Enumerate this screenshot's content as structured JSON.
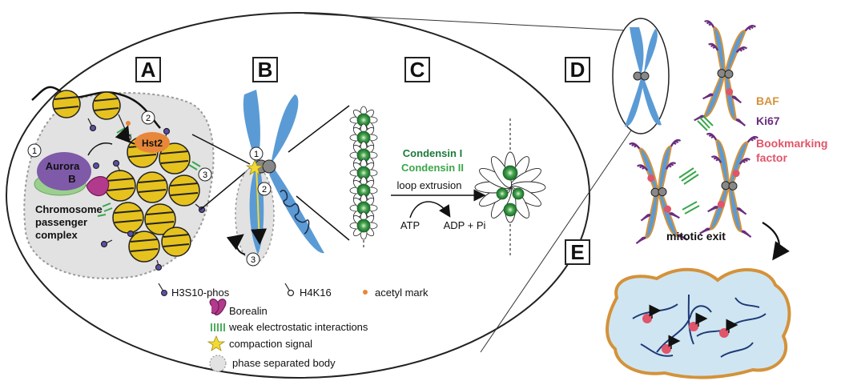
{
  "panels": {
    "a": "A",
    "b": "B",
    "c": "C",
    "d": "D",
    "e": "E"
  },
  "panel_a": {
    "step_1": "1",
    "step_2": "2",
    "step_3": "3",
    "aurora_line1": "Aurora",
    "aurora_line2": "B",
    "hst2": "Hst2",
    "cpc_line1": "Chromosome",
    "cpc_line2": "passenger",
    "cpc_line3": "complex"
  },
  "panel_b": {
    "step_1": "1",
    "step_2": "2",
    "step_3": "3"
  },
  "panel_c": {
    "condensin_1": "Condensin I",
    "condensin_2": "Condensin II",
    "loop_extrusion": "loop extrusion",
    "atp": "ATP",
    "adp": "ADP + Pi"
  },
  "legend": {
    "h3s10": "H3S10-phos",
    "h4k16": "H4K16",
    "acetyl": "acetyl mark",
    "borealin": "Borealin",
    "weak": "weak electrostatic interactions",
    "compaction": "compaction signal",
    "phase": "phase separated body"
  },
  "panel_d": {
    "baf": "BAF",
    "ki67": "Ki67",
    "bookmark_line1": "Bookmarking",
    "bookmark_line2": "factor"
  },
  "panel_e": {
    "mitotic_exit": "mitotic exit"
  },
  "colors": {
    "chromosome_blue": "#5b9bd5",
    "nucleosome_yellow": "#e6c21f",
    "aurora_purple": "#7f5aa8",
    "hst2_orange": "#e8873a",
    "borealin_magenta": "#b23a8c",
    "condensin1_green": "#1b7a3a",
    "condensin2_green": "#3aa64a",
    "baf_orange": "#d4923a",
    "ki67_purple": "#6a2d7f",
    "bookmark_red": "#e0556a",
    "phase_grey": "#dcdcdc"
  }
}
